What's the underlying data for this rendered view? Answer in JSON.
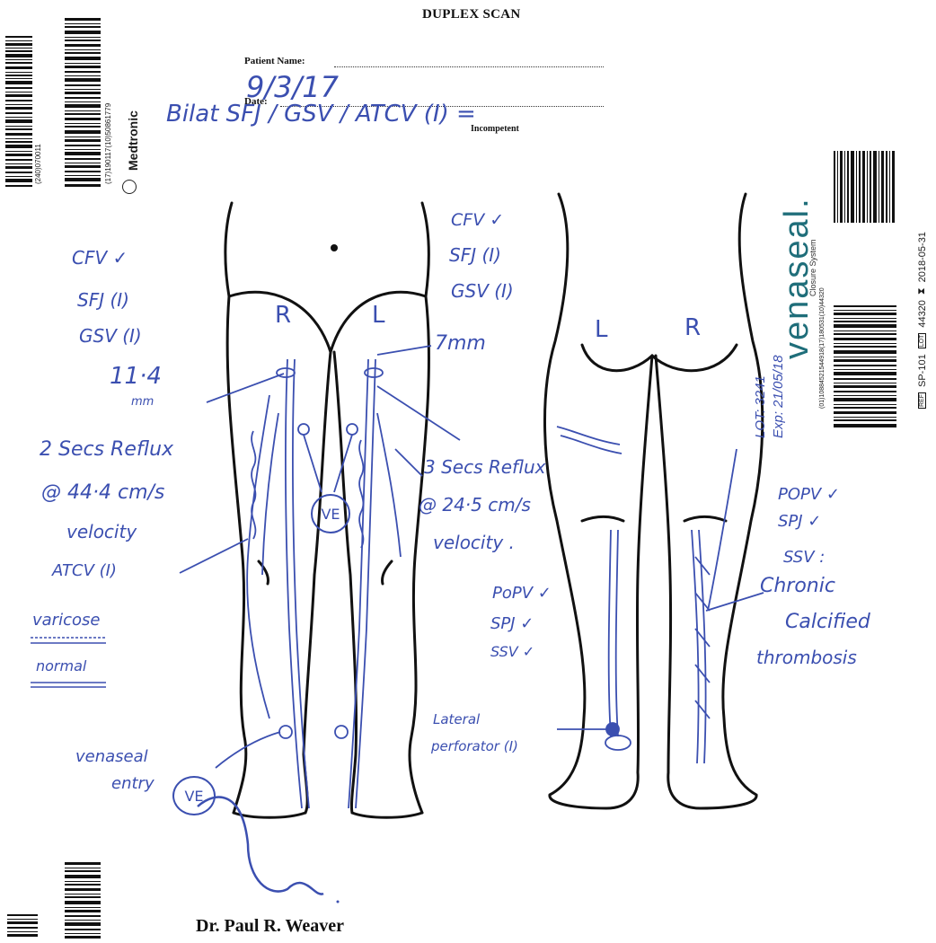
{
  "document": {
    "title": "DUPLEX SCAN",
    "patient_name_label": "Patient Name:",
    "date_label": "Date:",
    "date_value": "9/3/17",
    "summary_note": "Bilat SFJ / GSV / ATCV (I) =",
    "summary_key": "Incompetent",
    "signature_name": "Dr. Paul R. Weaver"
  },
  "labels": {
    "medtronic_brand": "Medtronic",
    "left_barcode_text_1": "(240)070011",
    "left_barcode_text_2": "(17)190117(10)50861779",
    "venaseal_brand": "venaseal.",
    "venaseal_sub": "Closure System",
    "right_barcode_text": "(01)10884521544918(17)180531(10)44320",
    "ref_code": "SP-101",
    "lot_code": "44320",
    "expiry_date": "2018-05-31",
    "ref_label": "REF",
    "lot_label": "LOT"
  },
  "annotations": {
    "front_R": "R",
    "front_L": "L",
    "back_L": "L",
    "back_R": "R",
    "right_cfv": "CFV ✓",
    "right_sfj": "SFJ (I)",
    "right_gsv": "GSV (I)",
    "right_diam": "11·4",
    "right_diam_unit": "mm",
    "right_reflux_1": "2 Secs Reflux",
    "right_reflux_2": "@ 44·4 cm/s",
    "right_reflux_3": "velocity",
    "right_atcv": "ATCV (I)",
    "legend_varicose": "varicose",
    "legend_normal": "normal",
    "left_cfv": "CFV ✓",
    "left_sfj": "SFJ (I)",
    "left_gsv": "GSV (I)",
    "left_diam": "7mm",
    "left_reflux_1": "3 Secs Reflux",
    "left_reflux_2": "@ 24·5 cm/s",
    "left_reflux_3": "velocity .",
    "ve_mark": "VE",
    "ve_mark_2": "VE",
    "venaseal_entry_1": "venaseal",
    "venaseal_entry_2": "entry",
    "popv_mid": "PoPV ✓",
    "sps_mid": "SPJ ✓",
    "ssv_mid": "SSV ✓",
    "lateral_1": "Lateral",
    "lateral_2": "perforator (I)",
    "popv_right": "POPV ✓",
    "spj_right": "SPJ ✓",
    "ssv_right": "SSV :",
    "chronic_1": "Chronic",
    "chronic_2": "Calcified",
    "chronic_3": "thrombosis",
    "lot_hand": "LOT: 3241",
    "exp_hand": "Exp: 21/05/18"
  },
  "colors": {
    "ink_blue": "#3b4fb0",
    "print_black": "#111111",
    "venaseal_teal": "#1f6e7a"
  }
}
